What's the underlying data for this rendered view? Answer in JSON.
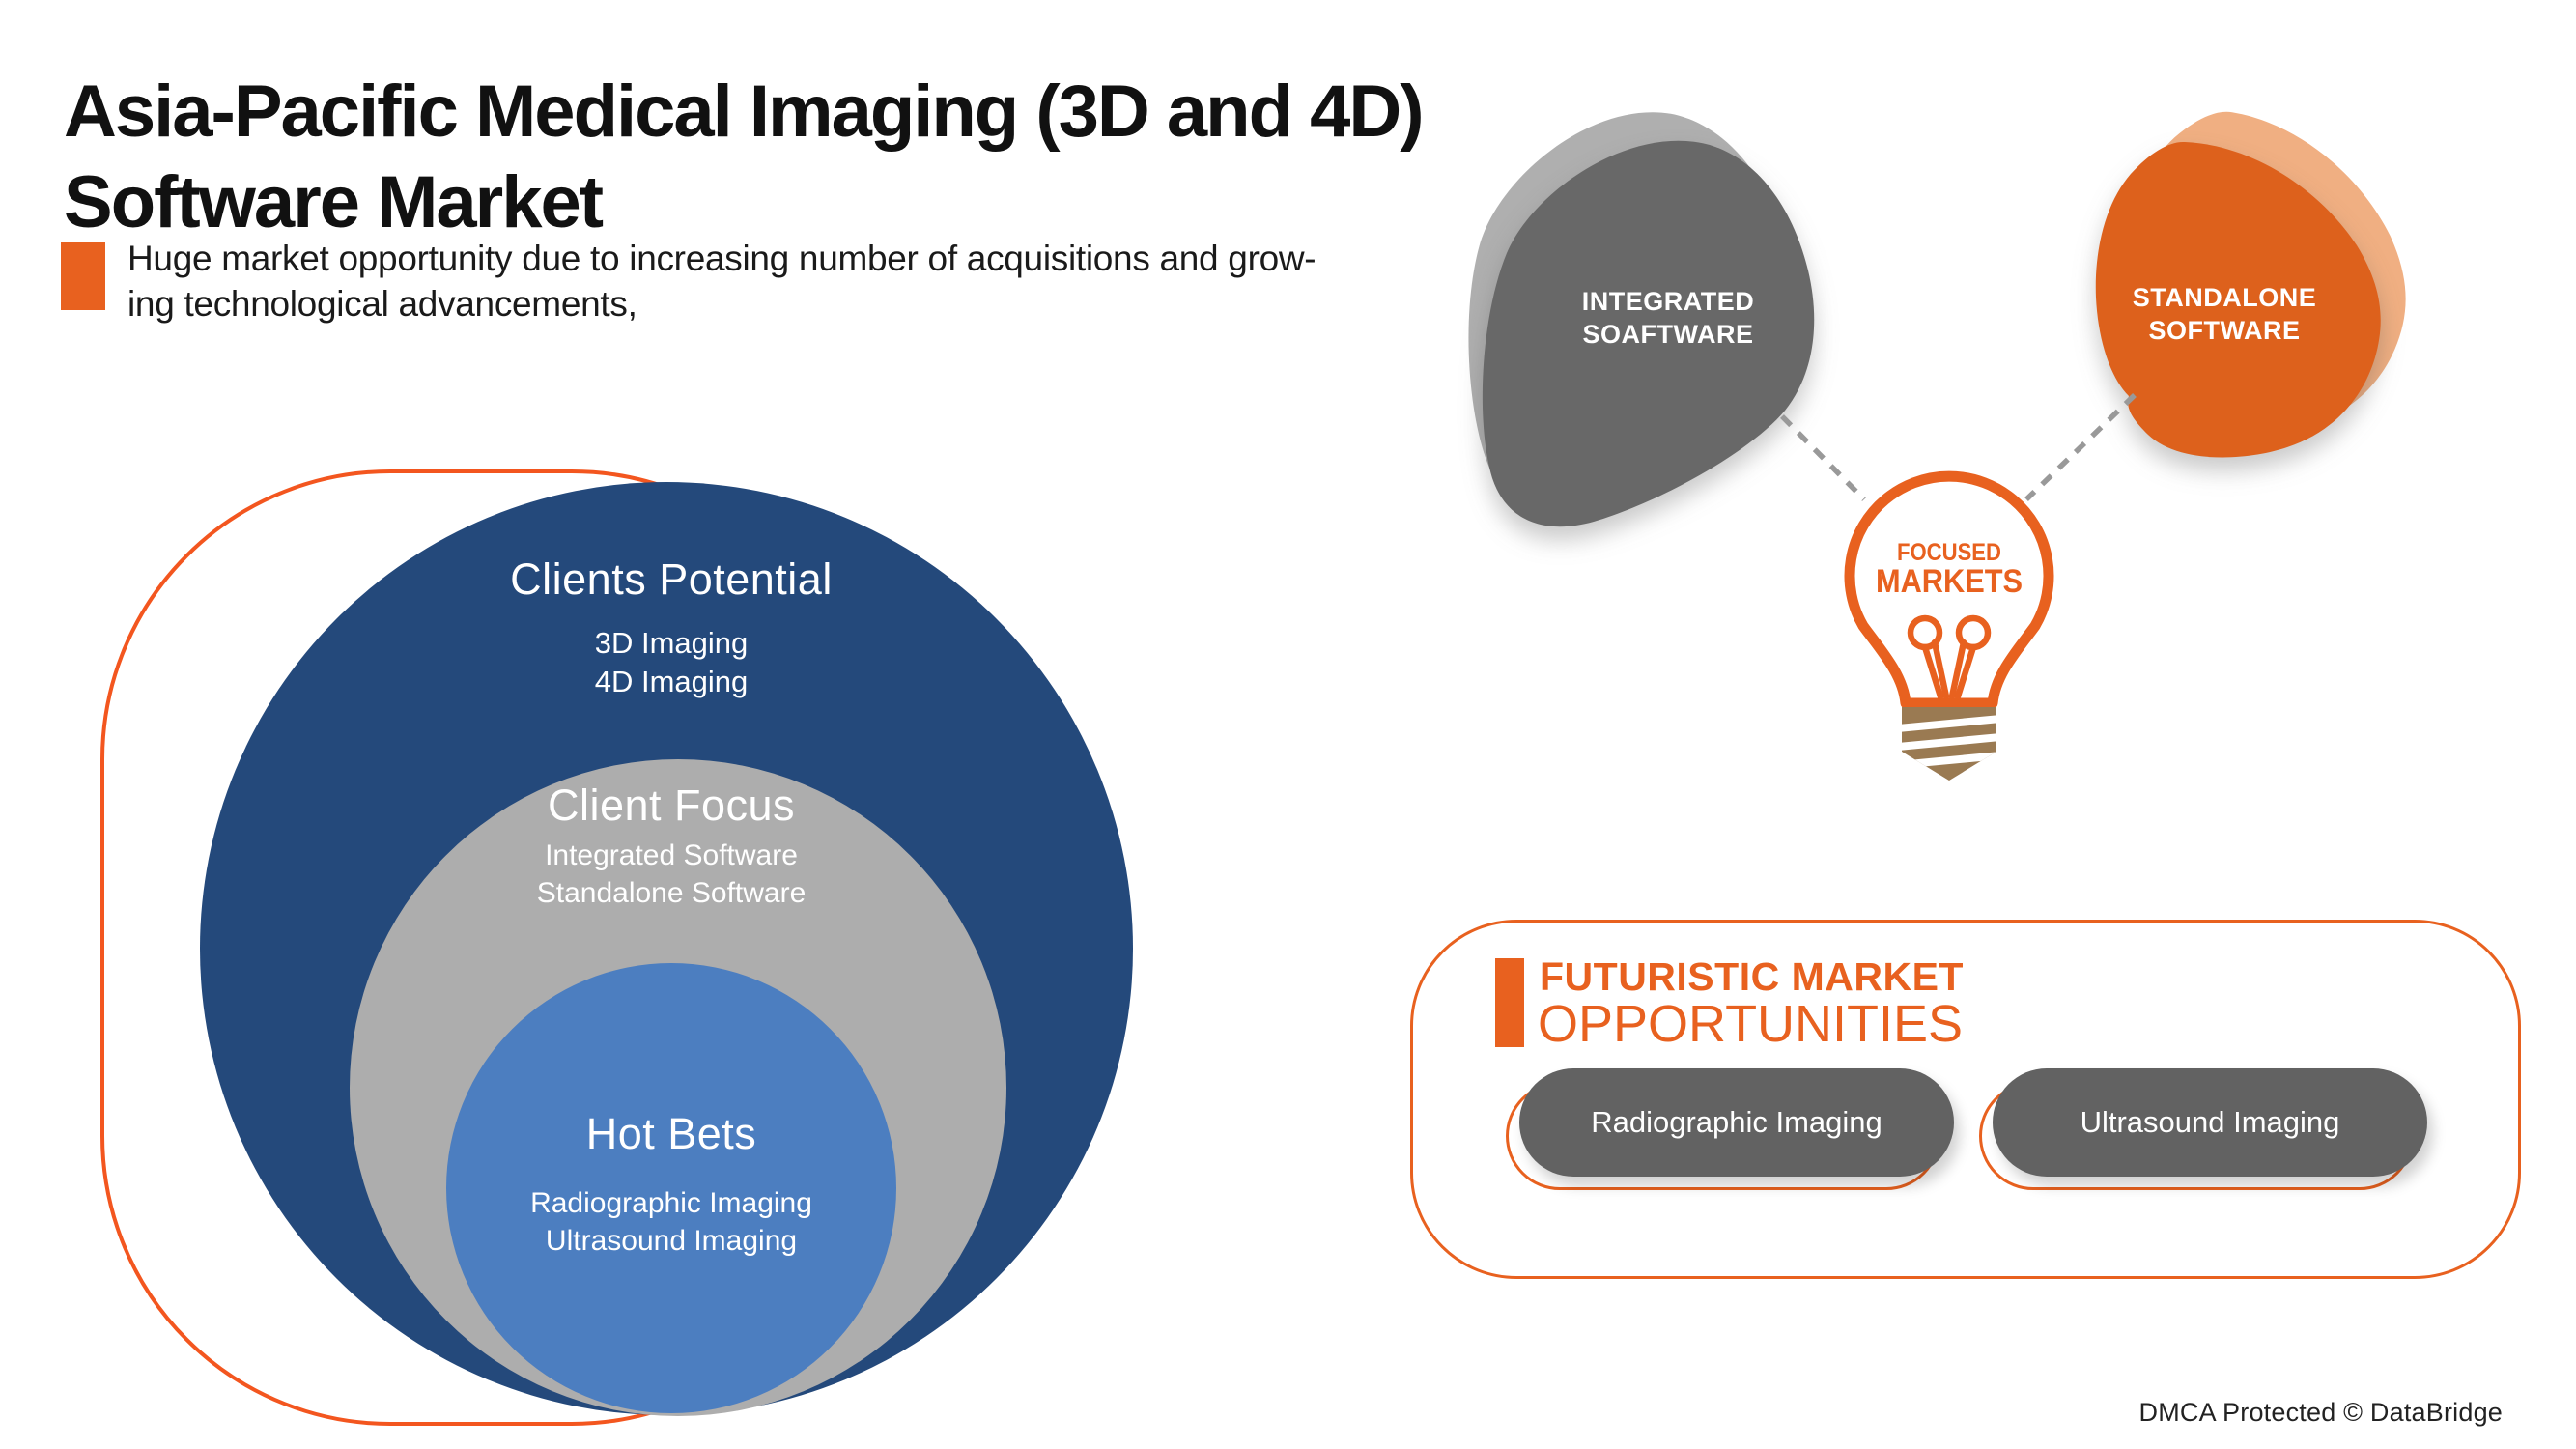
{
  "colors": {
    "accent_orange": "#E8611F",
    "ring_orange": "#F3561F",
    "blob_orange": "#DD611C",
    "blob_orange_shadow": "#F0AF82",
    "blob_gray": "#686868",
    "blob_gray_shadow": "#AFAFAF",
    "navy_circle": "#24497B",
    "gray_circle": "#ADADAD",
    "steel_circle": "#4C7EC0",
    "pill_gray": "#626262",
    "dash_gray": "#999999",
    "bulb_base_brown": "#9A7A52",
    "text_dark": "#1A1A1A",
    "text_white": "#FFFFFF"
  },
  "header": {
    "title_line1": "Asia-Pacific Medical Imaging (3D and 4D)",
    "title_line2": "Software Market",
    "subtitle_line1": "Huge market opportunity due to increasing number of acquisitions and grow-",
    "subtitle_line2": "ing technological advancements,"
  },
  "venn": {
    "outer": {
      "label": "Clients Potential",
      "item1": "3D Imaging",
      "item2": "4D Imaging"
    },
    "middle": {
      "label": "Client Focus",
      "item1": "Integrated Software",
      "item2": "Standalone Software"
    },
    "inner": {
      "label": "Hot Bets",
      "item1": "Radiographic Imaging",
      "item2": "Ultrasound Imaging"
    }
  },
  "software_blobs": {
    "integrated": {
      "line1": "INTEGRATED",
      "line2": "SOAFTWARE"
    },
    "standalone": {
      "line1": "STANDALONE",
      "line2": "SOFTWARE"
    }
  },
  "bulb": {
    "line1": "FOCUSED",
    "line2": "MARKETS"
  },
  "opportunities": {
    "heading_line1": "FUTURISTIC MARKET",
    "heading_line2": "OPPORTUNITIES",
    "pill1": "Radiographic Imaging",
    "pill2": "Ultrasound Imaging"
  },
  "footer": {
    "text": "DMCA Protected © DataBridge"
  }
}
